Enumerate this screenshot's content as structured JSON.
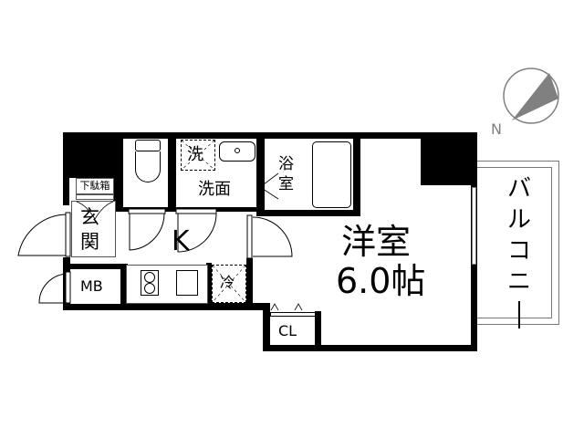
{
  "floorplan": {
    "rooms": {
      "western_room": {
        "name": "洋室",
        "size": "6.0帖"
      },
      "kitchen": {
        "name": "K"
      },
      "entrance": {
        "name": "玄関",
        "line1": "玄",
        "line2": "関"
      },
      "shoe_box": {
        "name": "下駄箱"
      },
      "washroom": {
        "name": "洗面"
      },
      "washer": {
        "name": "洗"
      },
      "bathroom": {
        "name": "浴室",
        "line1": "浴",
        "line2": "室"
      },
      "fridge": {
        "name": "冷"
      },
      "meter_box": {
        "name": "MB"
      },
      "closet": {
        "name": "CL"
      },
      "balcony": {
        "name": "バルコニー",
        "chars": [
          "バ",
          "ル",
          "コ",
          "ニ",
          "ー"
        ]
      }
    },
    "compass": {
      "label": "N",
      "fill_color": "#808080",
      "stroke_color": "#808080"
    }
  }
}
